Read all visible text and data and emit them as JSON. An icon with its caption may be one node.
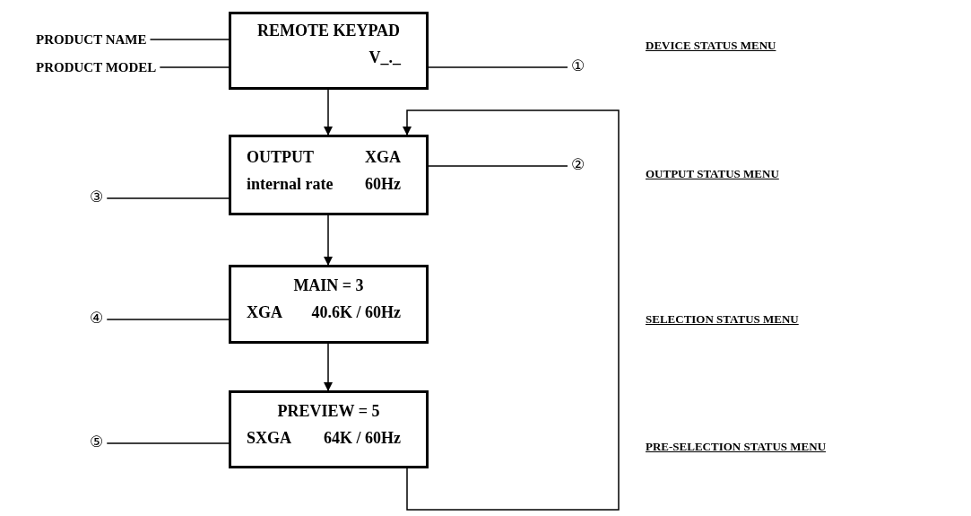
{
  "diagram": {
    "nodes": [
      {
        "text": [
          "REMOTE KEYPAD",
          "V_._"
        ]
      },
      {
        "text": [
          "PRODUCT NAME"
        ]
      },
      {
        "text": [
          "PRODUCT MODEL"
        ]
      },
      {
        "text": [
          "①"
        ]
      },
      {
        "text": [
          "OUTPUT",
          "XGA",
          "internal rate",
          "60Hz"
        ]
      },
      {
        "text": [
          "②"
        ]
      },
      {
        "text": [
          "③"
        ]
      },
      {
        "text": [
          "MAIN = 3",
          "XGA",
          "40.6K / 60Hz"
        ]
      },
      {
        "text": [
          "④"
        ]
      },
      {
        "text": [
          "PREVIEW = 5",
          "SXGA",
          "64K / 60Hz"
        ]
      },
      {
        "text": [
          "⑤"
        ]
      }
    ],
    "edges": [
      {
        "from": 1,
        "to": 0,
        "arrow": "none"
      },
      {
        "from": 2,
        "to": 0,
        "arrow": "none"
      },
      {
        "from": 3,
        "to": 0,
        "arrow": "none"
      },
      {
        "from": 0,
        "to": 4,
        "arrow": "to"
      },
      {
        "from": 5,
        "to": 4,
        "arrow": "none"
      },
      {
        "from": 6,
        "to": 4,
        "arrow": "none"
      },
      {
        "from": 4,
        "to": 7,
        "arrow": "to"
      },
      {
        "from": 8,
        "to": 7,
        "arrow": "none"
      },
      {
        "from": 7,
        "to": 9,
        "arrow": "to"
      },
      {
        "from": 10,
        "to": 9,
        "arrow": "none"
      },
      {
        "from": 9,
        "to": 4,
        "arrow": "to"
      }
    ],
    "labels": [
      "DEVICE STATUS MENU",
      "OUTPUT STATUS MENU",
      "SELECTION STATUS MENU",
      "PRE-SELECTION STATUS MENU"
    ]
  }
}
